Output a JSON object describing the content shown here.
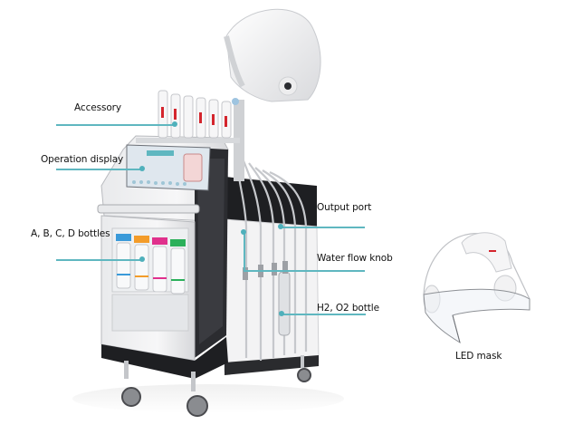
{
  "diagram": {
    "subject": "Hydro facial beauty machine with LED mask",
    "accent_color": "#5fb7c0",
    "labels": {
      "accessory": "Accessory",
      "operation_display": "Operation display",
      "bottles": "A, B, C, D bottles",
      "output_port": "Output port",
      "water_flow_knob": "Water flow knob",
      "h2_o2_bottle": "H2, O2 bottle",
      "led_mask": "LED mask"
    },
    "bottle_colors": [
      "#3a9ad9",
      "#f39c2a",
      "#e0308c",
      "#2bb05a"
    ]
  }
}
